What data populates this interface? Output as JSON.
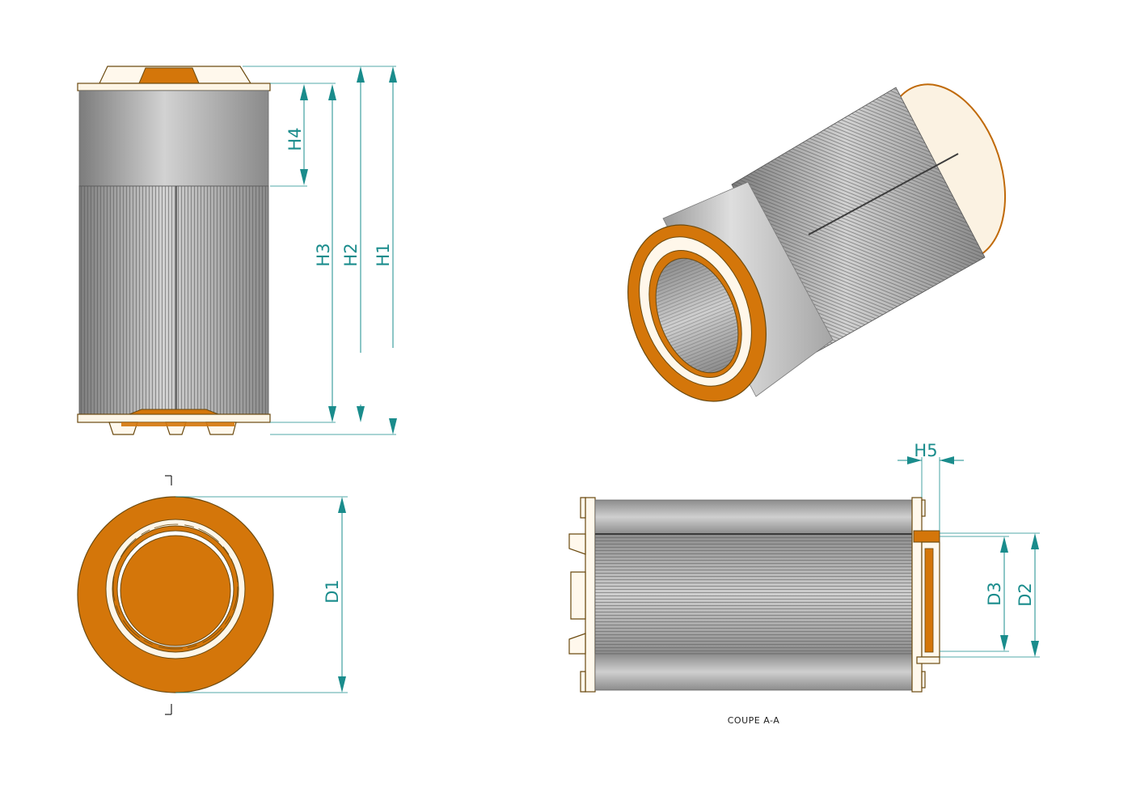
{
  "dimensions": {
    "h1": "H1",
    "h2": "H2",
    "h3": "H3",
    "h4": "H4",
    "h5": "H5",
    "d1": "D1",
    "d2": "D2",
    "d3": "D3"
  },
  "caption": "COUPE A-A",
  "colors": {
    "end_cap": "#d4760a",
    "media_dark": "#8a8a8a",
    "media_light": "#c8c8c8",
    "band": "#b5b5b5",
    "dimension": "#1a8c8c",
    "outline": "#6b4a10"
  },
  "icons": {
    "section_marker": "section-arrow-icon"
  }
}
